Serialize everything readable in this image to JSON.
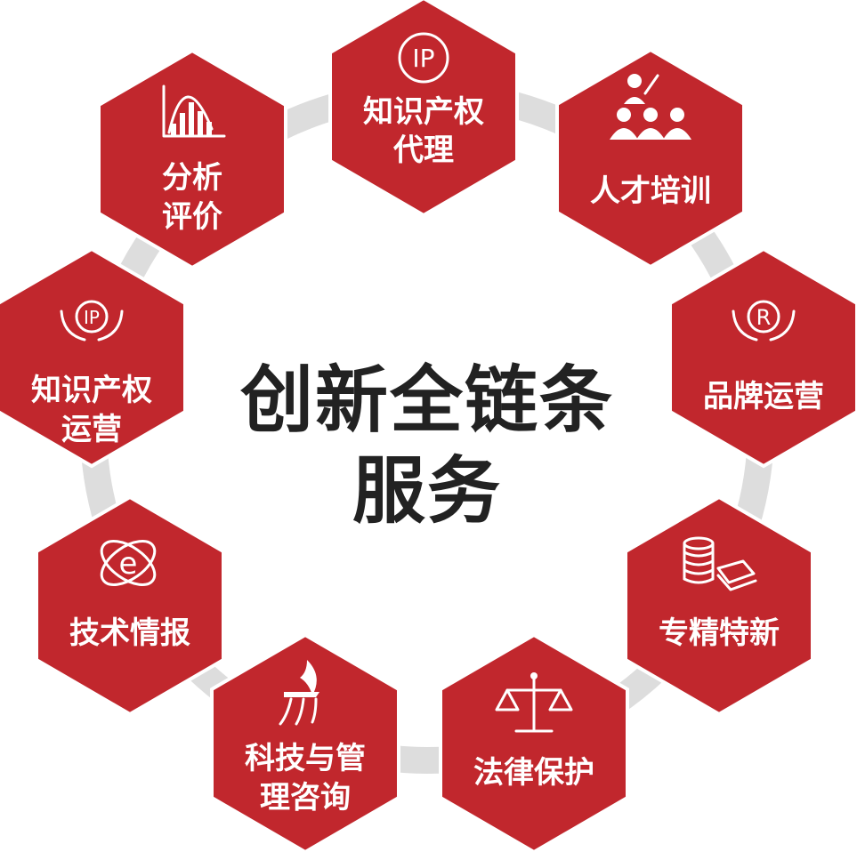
{
  "center": {
    "line1": "创新全链条",
    "line2": "服务"
  },
  "hexagons": [
    {
      "id": "ip-agency",
      "icon": "ip-circle-icon",
      "lines": [
        "知识产权",
        "代理"
      ]
    },
    {
      "id": "talent-training",
      "icon": "people-training-icon",
      "lines": [
        "人才培训"
      ]
    },
    {
      "id": "brand-operation",
      "icon": "registered-hands-icon",
      "lines": [
        "品牌运营"
      ]
    },
    {
      "id": "specialized-new",
      "icon": "coins-money-icon",
      "lines": [
        "专精特新"
      ]
    },
    {
      "id": "legal-protection",
      "icon": "scales-icon",
      "lines": [
        "法律保护"
      ]
    },
    {
      "id": "tech-management-consulting",
      "icon": "torch-logo-icon",
      "lines": [
        "科技与管",
        "理咨询"
      ]
    },
    {
      "id": "tech-intelligence",
      "icon": "e-orbit-icon",
      "lines": [
        "技术情报"
      ]
    },
    {
      "id": "ip-operation",
      "icon": "ip-hands-icon",
      "lines": [
        "知识产权",
        "运营"
      ]
    },
    {
      "id": "analysis-evaluation",
      "icon": "bar-chart-icon",
      "lines": [
        "分析",
        "评价"
      ]
    }
  ],
  "icon_text": {
    "ip": "IP",
    "registered": "R",
    "e": "e"
  },
  "colors": {
    "hex_fill": "#c1272d",
    "ring": "#dddddd",
    "title": "#222222",
    "label": "#ffffff"
  }
}
